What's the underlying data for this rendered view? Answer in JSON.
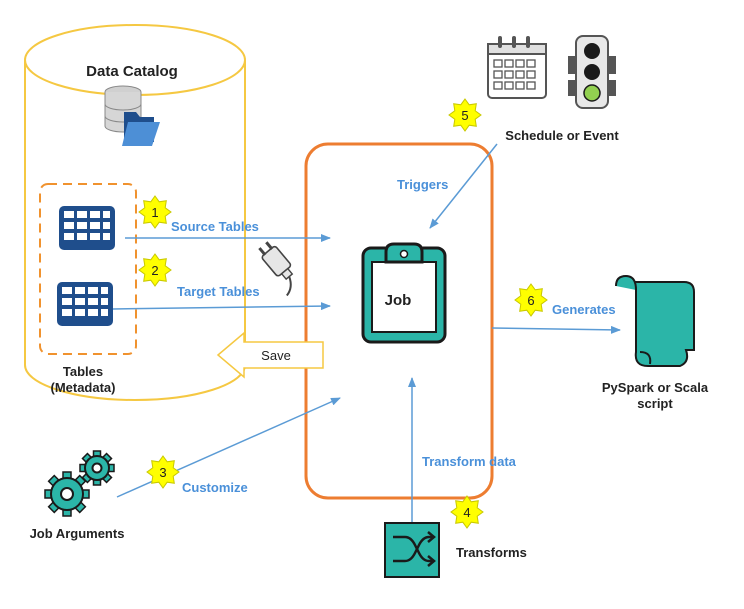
{
  "catalog": {
    "title": "Data Catalog"
  },
  "tables": {
    "label_line1": "Tables",
    "label_line2": "(Metadata)",
    "source_label": "Source Tables",
    "target_label": "Target Tables"
  },
  "job": {
    "label": "Job",
    "save_label": "Save"
  },
  "triggers": {
    "label": "Triggers",
    "source_label": "Schedule or Event"
  },
  "generates": {
    "label": "Generates",
    "output_line1": "PySpark or Scala",
    "output_line2": "script"
  },
  "transform": {
    "edge_label": "Transform data",
    "node_label": "Transforms"
  },
  "customize": {
    "edge_label": "Customize",
    "node_label": "Job Arguments"
  },
  "steps": [
    "1",
    "2",
    "3",
    "4",
    "5",
    "6"
  ],
  "colors": {
    "accent_orange": "#ed7d31",
    "teal": "#2bb5a8",
    "star_yellow": "#ffff00",
    "arrow_blue": "#5b9bd5",
    "label_blue": "#4a90d9",
    "traffic_light_green": "#92d050"
  },
  "icons": [
    "database-folder-icon",
    "table-grid-icon",
    "plug-icon",
    "clipboard-icon",
    "calendar-icon",
    "traffic-light-icon",
    "scroll-icon",
    "gears-icon",
    "shuffle-icon"
  ]
}
